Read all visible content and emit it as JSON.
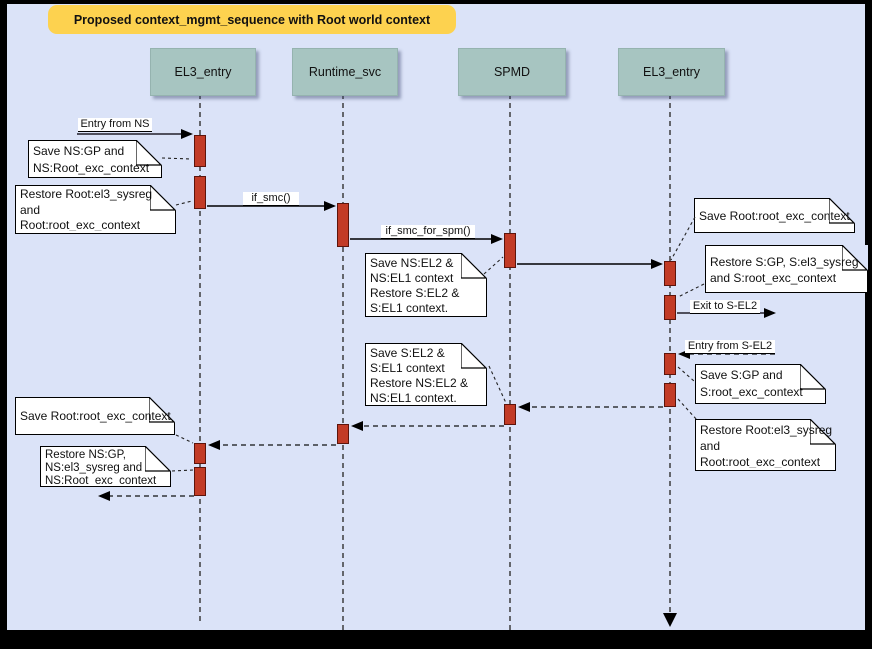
{
  "title": "Proposed context_mgmt_sequence with Root world context",
  "actors": [
    {
      "label": "EL3_entry"
    },
    {
      "label": "Runtime_svc"
    },
    {
      "label": "SPMD"
    },
    {
      "label": "EL3_entry"
    }
  ],
  "messages": {
    "entry_from_ns": "Entry from NS",
    "if_smc": "if_smc()",
    "if_smc_for_spm": "if_smc_for_spm()",
    "exit_to_s_el2": "Exit to S-EL2",
    "entry_from_s_el2": "Entry from S-EL2"
  },
  "notes": {
    "save_ns_gp": "Save NS:GP and\nNS:Root_exc_context",
    "restore_root_left": "Restore Root:el3_sysreg\nand\nRoot:root_exc_context",
    "save_ns_el2": "Save NS:EL2 &\nNS:EL1 context\nRestore S:EL2 &\nS:EL1 context.",
    "save_root_exc_right": "Save Root:root_exc_context",
    "restore_s_gp": "Restore S:GP, S:el3_sysreg\nand S:root_exc_context",
    "save_s_gp": "Save S:GP and\nS:root_exc_context",
    "restore_root_right": "Restore Root:el3_sysreg\nand\nRoot:root_exc_context",
    "save_s_el2": "Save S:EL2 &\nS:EL1 context\nRestore NS:EL2 &\nNS:EL1 context.",
    "save_root_exc_left": "Save Root:root_exc_context",
    "restore_ns_gp": "Restore NS:GP,\nNS:el3_sysreg and\nNS:Root_exc_context"
  },
  "colors": {
    "background": "#dbe3f8",
    "frame": "#000000",
    "actor_fill": "#a7c5c1",
    "activation_fill": "#c23b26",
    "activation_border": "#5d140b",
    "note_fill": "#ffffff",
    "note_border": "#000000",
    "title_fill": "#fdd24f"
  }
}
